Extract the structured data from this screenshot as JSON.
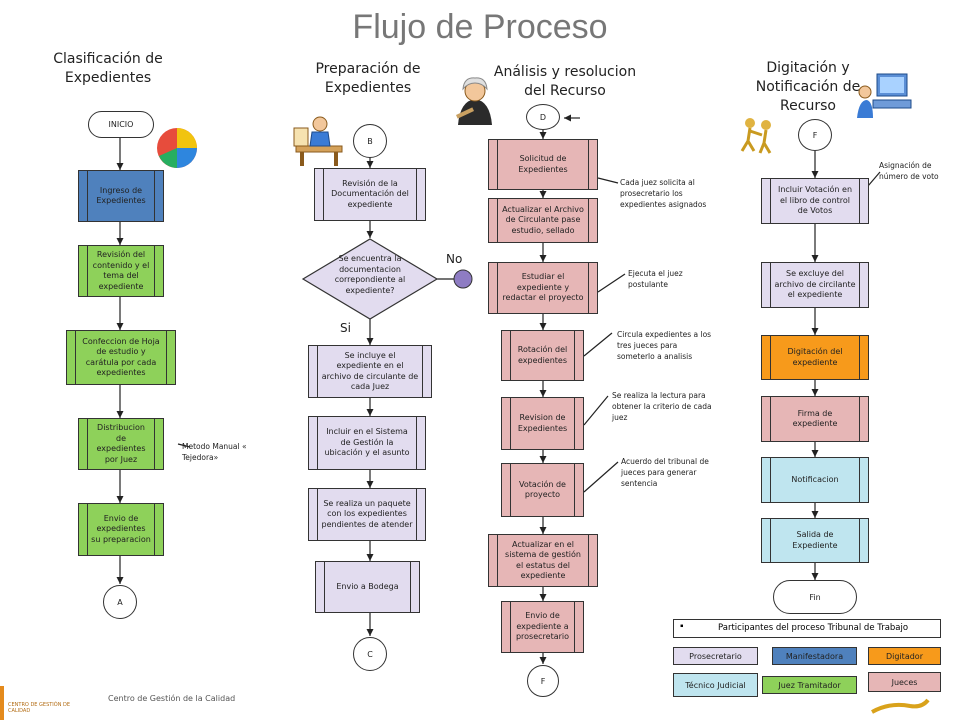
{
  "title": "Flujo de Proceso",
  "columns": [
    {
      "heading": "Clasificación de\nExpedientes"
    },
    {
      "heading": "Preparación de\nExpedientes"
    },
    {
      "heading": "Análisis y resolucion\ndel Recurso"
    },
    {
      "heading": "Digitación y\nNotificación de\nRecurso"
    }
  ],
  "col1": {
    "start": "INICIO",
    "steps": [
      "Ingreso de Expedientes",
      "Revisión del contenido y el tema del expediente",
      "Confeccion de Hoja de estudio y carátula por cada expedientes",
      "Distribucion de expedientes por Juez",
      "Envio de expedientes su preparacion"
    ],
    "end": "A",
    "note": "Metodo Manual « Tejedora»"
  },
  "col2": {
    "start": "B",
    "steps_top": [
      "Revisión de la Documentación del expediente"
    ],
    "decision": "Se encuentra la documentacion correpondiente al expediente?",
    "no_label": "No",
    "yes_label": "Si",
    "steps_bottom": [
      "Se incluye el expediente en el archivo de circulante de cada Juez",
      "Incluir en el Sistema de Gestión la ubicación y el asunto",
      "Se realiza un paquete con los expedientes pendientes de atender",
      "Envio a Bodega"
    ],
    "end": "C"
  },
  "col3": {
    "start": "D",
    "steps": [
      "Solicitud de Expedientes",
      "Actualizar el Archivo de Circulante pase estudio, sellado",
      "Estudiar el expediente y redactar el proyecto",
      "Rotación del expedientes",
      "Revision de Expedientes",
      "Votación de proyecto",
      "Actualizar en el sistema de gestión el estatus del expediente",
      "Envio de expediente a prosecretario"
    ],
    "end": "F",
    "notes": [
      "Cada juez solicita al prosecretario los expedientes asignados",
      "Ejecuta el juez postulante",
      "Circula expedientes a los tres jueces para someterlo a analisis",
      "Se realiza la lectura para obtener la criterio de cada juez",
      "Acuerdo del tribunal de jueces para generar sentencia"
    ]
  },
  "col4": {
    "start": "F",
    "steps": [
      "Incluir Votación en el libro de control de Votos",
      "Se excluye del archivo de circilante el expediente",
      "Digitación del expediente",
      "Firma de expediente",
      "Notificacion",
      "Salida de Expediente"
    ],
    "end": "Fin",
    "note": "Asignación de número de voto"
  },
  "legend": {
    "title": "Participantes del proceso Tribunal de Trabajo",
    "items": [
      {
        "label": "Prosecretario",
        "color": "#e2dcef"
      },
      {
        "label": "Manifestadora",
        "color": "#4f81bd"
      },
      {
        "label": "Digitador",
        "color": "#f79a1b"
      },
      {
        "label": "Técnico Judicial",
        "color": "#bfe5ef"
      },
      {
        "label": "Juez Tramitador",
        "color": "#8ed15a"
      },
      {
        "label": "Jueces",
        "color": "#e6b6b6"
      }
    ]
  },
  "footer": {
    "org_text": "Centro de Gestión de la Calidad",
    "logo_text": "CENTRO DE GESTIÓN DE CALIDAD"
  },
  "icons": [
    "pie-chart-icon",
    "office-worker-icon",
    "judge-icon",
    "computer-user-icon",
    "people-pushing-icon"
  ]
}
